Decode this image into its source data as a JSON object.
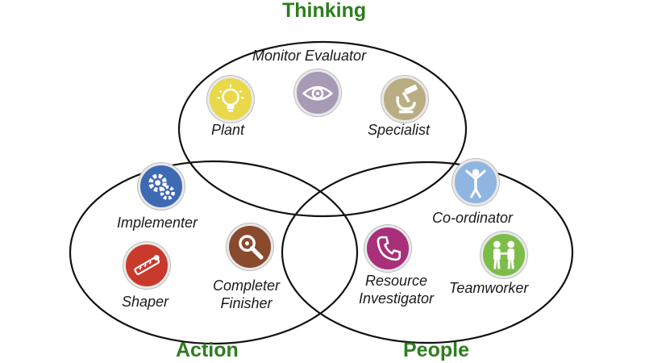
{
  "groups": {
    "thinking": "Thinking",
    "action": "Action",
    "people": "People"
  },
  "roles": {
    "monitor_evaluator": {
      "label": "Monitor Evaluator",
      "icon": "eye-icon",
      "color": "#a79ab5"
    },
    "plant": {
      "label": "Plant",
      "icon": "lightbulb-icon",
      "color": "#e8d84a"
    },
    "specialist": {
      "label": "Specialist",
      "icon": "microscope-icon",
      "color": "#b9ad82"
    },
    "implementer": {
      "label": "Implementer",
      "icon": "gears-icon",
      "color": "#3d6ab3"
    },
    "shaper": {
      "label": "Shaper",
      "icon": "measuring-tape-icon",
      "color": "#c93a2c"
    },
    "completer_finisher": {
      "label_line1": "Completer",
      "label_line2": "Finisher",
      "icon": "magnifier-icon",
      "color": "#8a4a2e"
    },
    "co_ordinator": {
      "label": "Co-ordinator",
      "icon": "person-arms-up-icon",
      "color": "#8fb6e0"
    },
    "resource_investigator": {
      "label_line1": "Resource",
      "label_line2": "Investigator",
      "icon": "telephone-icon",
      "color": "#a8307a"
    },
    "teamworker": {
      "label": "Teamworker",
      "icon": "people-holding-hands-icon",
      "color": "#7cbd4a"
    }
  },
  "colors": {
    "group_title": "#2e7d1e",
    "circle_stroke": "#111111"
  }
}
